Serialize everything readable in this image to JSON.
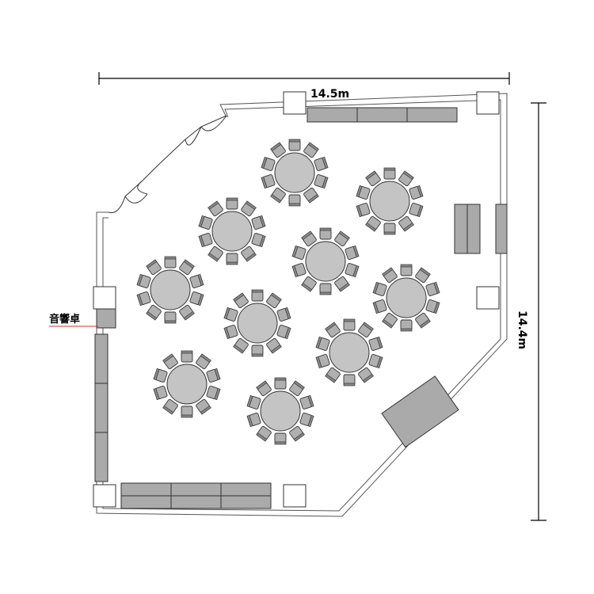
{
  "dimensions": {
    "width_label": "14.5m",
    "height_label": "14.4m"
  },
  "labels": {
    "sound_desk": "音響卓"
  },
  "colors": {
    "wall": "#555555",
    "furniture_fill": "#aaaaaa",
    "table_fill": "#c4c4c4",
    "chair_fill": "#b0b0b0",
    "outline": "#333333",
    "leader_line": "#cc3333"
  },
  "round_tables": [
    {
      "id": "t1",
      "chairs": 10
    },
    {
      "id": "t2",
      "chairs": 10
    },
    {
      "id": "t3",
      "chairs": 10
    },
    {
      "id": "t4",
      "chairs": 10
    },
    {
      "id": "t5",
      "chairs": 10
    },
    {
      "id": "t6",
      "chairs": 10
    },
    {
      "id": "t7",
      "chairs": 10
    },
    {
      "id": "t8",
      "chairs": 10
    },
    {
      "id": "t9",
      "chairs": 10
    },
    {
      "id": "t10",
      "chairs": 10
    }
  ]
}
